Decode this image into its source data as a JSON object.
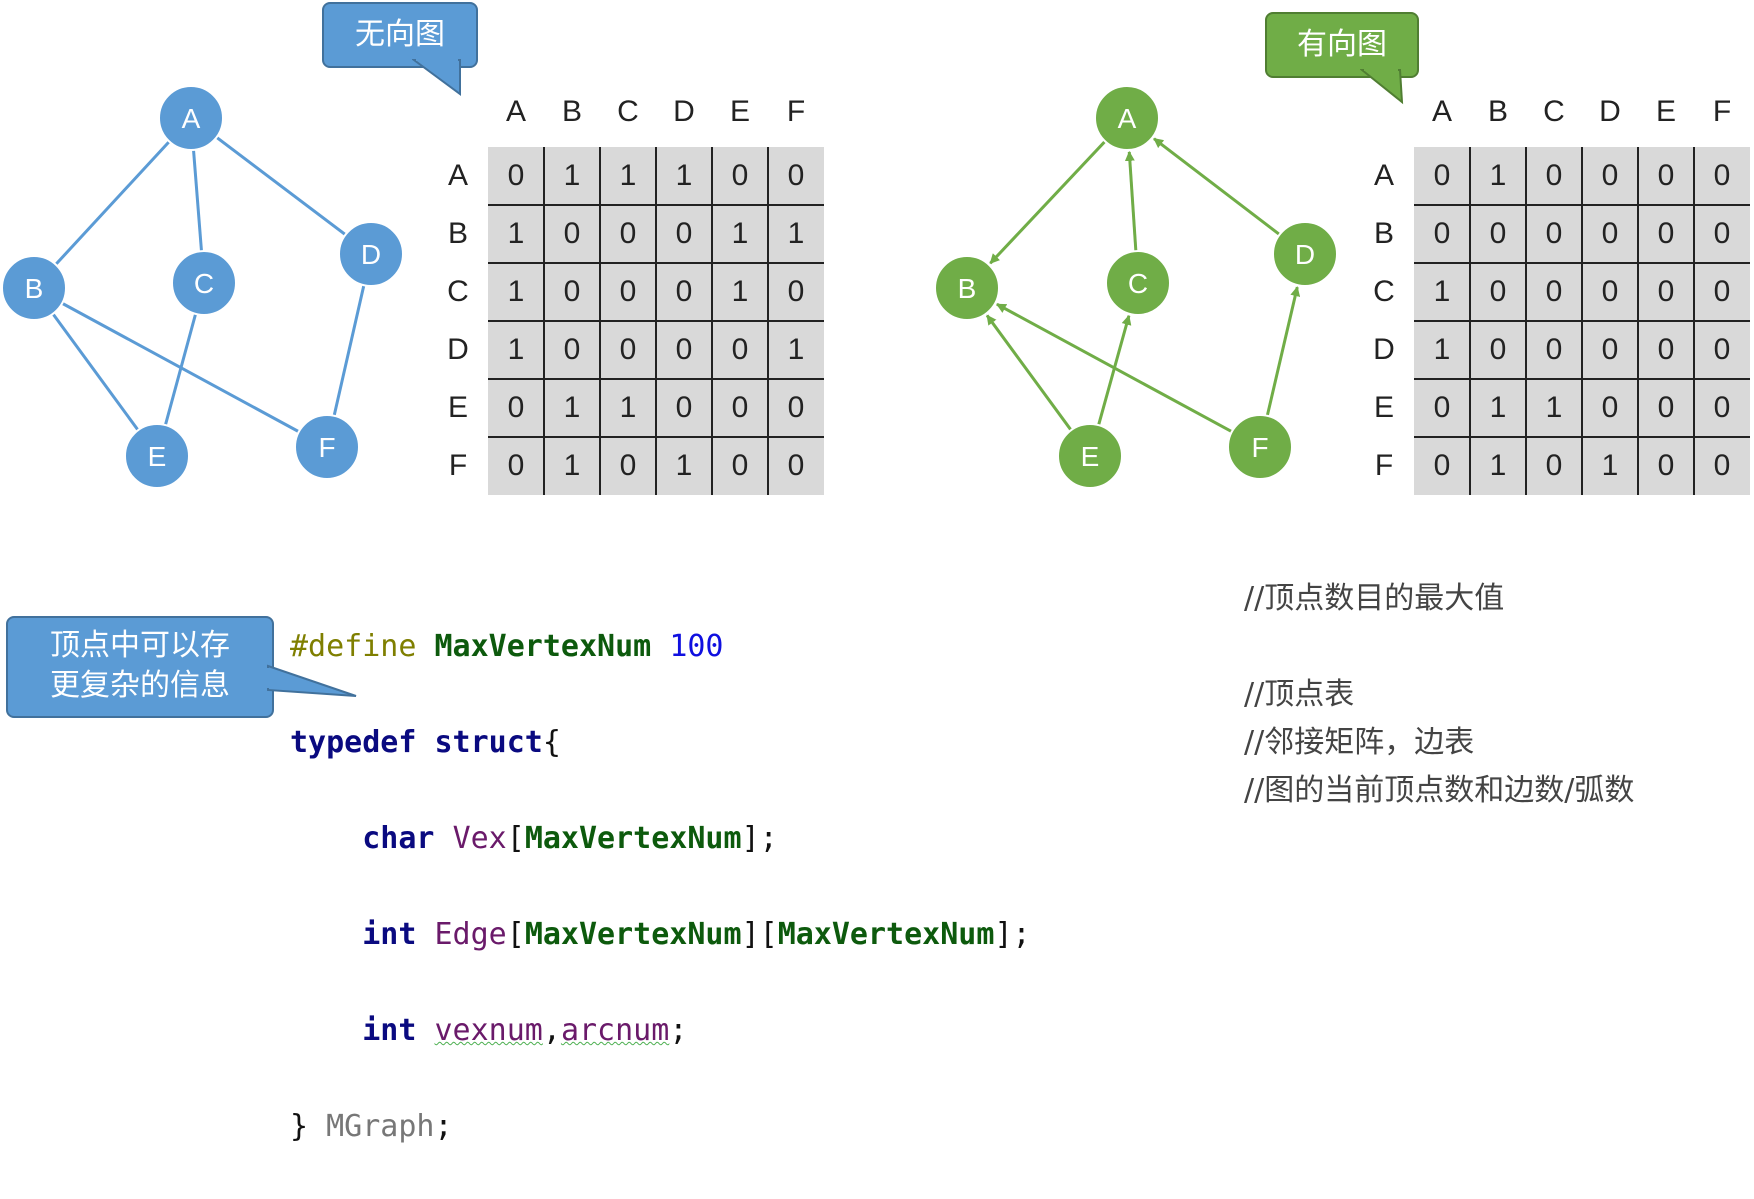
{
  "undirected": {
    "callout": "无向图",
    "nodes": [
      "A",
      "B",
      "C",
      "D",
      "E",
      "F"
    ],
    "edges": [
      [
        "A",
        "B"
      ],
      [
        "A",
        "C"
      ],
      [
        "A",
        "D"
      ],
      [
        "B",
        "E"
      ],
      [
        "B",
        "F"
      ],
      [
        "C",
        "E"
      ],
      [
        "D",
        "F"
      ]
    ],
    "col_headers": [
      "A",
      "B",
      "C",
      "D",
      "E",
      "F"
    ],
    "row_headers": [
      "A",
      "B",
      "C",
      "D",
      "E",
      "F"
    ],
    "matrix": [
      [
        "0",
        "1",
        "1",
        "1",
        "0",
        "0"
      ],
      [
        "1",
        "0",
        "0",
        "0",
        "1",
        "1"
      ],
      [
        "1",
        "0",
        "0",
        "0",
        "1",
        "0"
      ],
      [
        "1",
        "0",
        "0",
        "0",
        "0",
        "1"
      ],
      [
        "0",
        "1",
        "1",
        "0",
        "0",
        "0"
      ],
      [
        "0",
        "1",
        "0",
        "1",
        "0",
        "0"
      ]
    ],
    "color": "#5b9bd5"
  },
  "directed": {
    "callout": "有向图",
    "nodes": [
      "A",
      "B",
      "C",
      "D",
      "E",
      "F"
    ],
    "arcs": [
      [
        "A",
        "B"
      ],
      [
        "C",
        "A"
      ],
      [
        "D",
        "A"
      ],
      [
        "E",
        "B"
      ],
      [
        "E",
        "C"
      ],
      [
        "F",
        "B"
      ],
      [
        "F",
        "D"
      ]
    ],
    "col_headers": [
      "A",
      "B",
      "C",
      "D",
      "E",
      "F"
    ],
    "row_headers": [
      "A",
      "B",
      "C",
      "D",
      "E",
      "F"
    ],
    "matrix": [
      [
        "0",
        "1",
        "0",
        "0",
        "0",
        "0"
      ],
      [
        "0",
        "0",
        "0",
        "0",
        "0",
        "0"
      ],
      [
        "1",
        "0",
        "0",
        "0",
        "0",
        "0"
      ],
      [
        "1",
        "0",
        "0",
        "0",
        "0",
        "0"
      ],
      [
        "0",
        "1",
        "1",
        "0",
        "0",
        "0"
      ],
      [
        "0",
        "1",
        "0",
        "1",
        "0",
        "0"
      ]
    ],
    "color": "#70ad47"
  },
  "code_callout": [
    "顶点中可以存",
    "更复杂的信息"
  ],
  "code": {
    "define_kw": "#define",
    "define_name": "MaxVertexNum",
    "define_val": "100",
    "typedef": "typedef",
    "struct": "struct",
    "brace_open": "{",
    "char_kw": "char",
    "vex": "Vex",
    "int_kw": "int",
    "edge": "Edge",
    "maxv": "MaxVertexNum",
    "vexnum": "vexnum",
    "arcnum": "arcnum",
    "close": "}",
    "mgraph": "MGraph",
    "semi": ";",
    "lb": "[",
    "rb": "]",
    "comma": ","
  },
  "comments": [
    "//顶点数目的最大值",
    "//顶点表",
    "//邻接矩阵，边表",
    "//图的当前顶点数和边数/弧数"
  ]
}
